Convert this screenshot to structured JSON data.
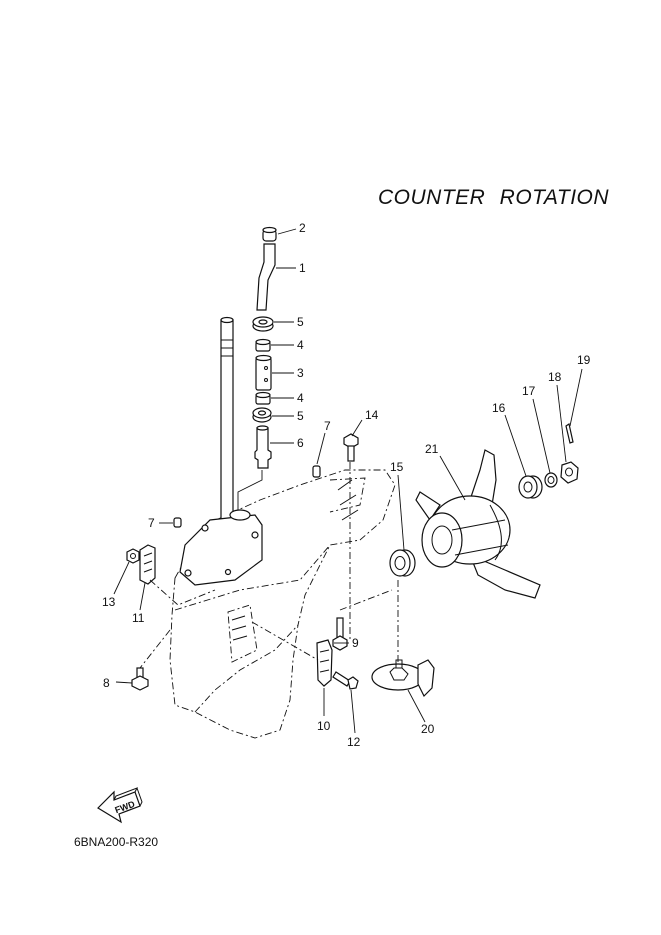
{
  "diagram": {
    "title": "COUNTER ROTATION",
    "code": "6BNA200-R320",
    "fwd_label": "FWD",
    "callouts": [
      "1",
      "2",
      "3",
      "4",
      "4",
      "5",
      "5",
      "6",
      "7",
      "7",
      "8",
      "9",
      "10",
      "11",
      "12",
      "13",
      "14",
      "15",
      "16",
      "17",
      "18",
      "19",
      "20",
      "21"
    ]
  }
}
